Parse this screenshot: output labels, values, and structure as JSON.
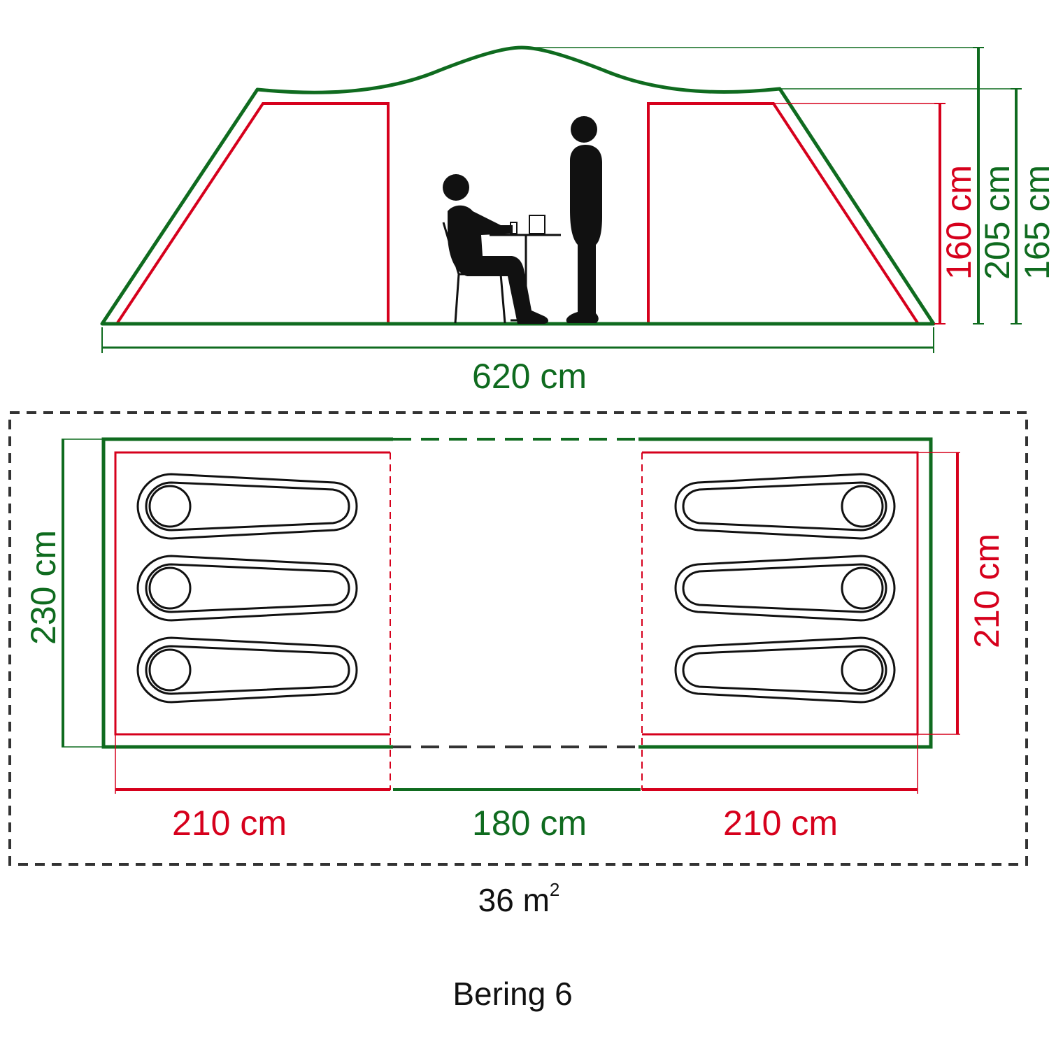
{
  "colors": {
    "green": "#0f6b1f",
    "red": "#d6001c",
    "black": "#111111",
    "dashed": "#333333"
  },
  "side_view": {
    "length_label": "620 cm",
    "inner_height_label": "160 cm",
    "peak_height_label": "205 cm",
    "side_height_label": "165 cm"
  },
  "floor_plan": {
    "width_label": "230 cm",
    "cabin_depth_label": "210 cm",
    "left_cabin_label": "210 cm",
    "center_label": "180 cm",
    "right_cabin_label": "210 cm",
    "area_value": "36 m",
    "area_superscript": "2"
  },
  "product_name": "Bering 6"
}
